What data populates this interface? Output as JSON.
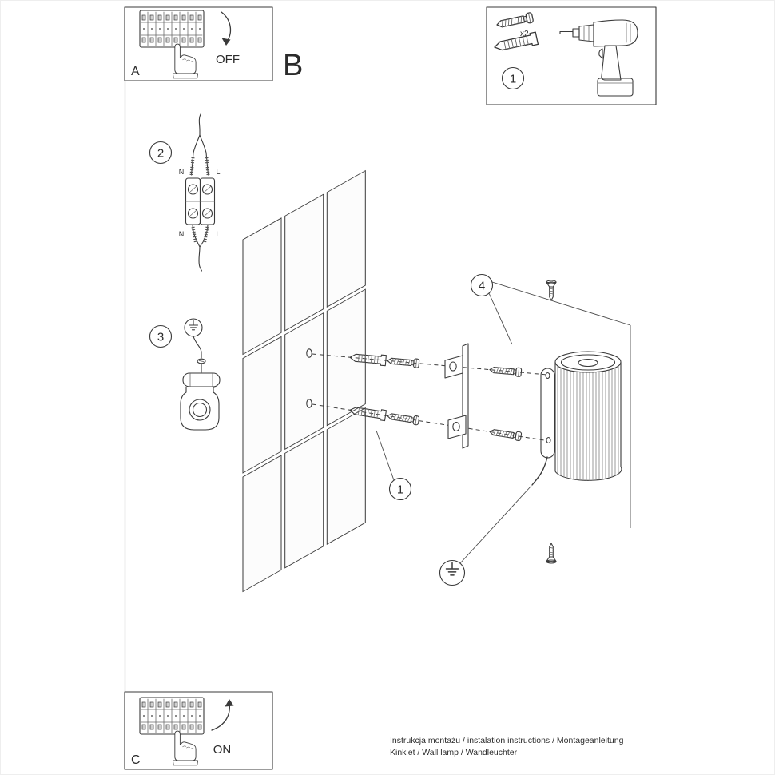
{
  "panels": {
    "a_label": "A",
    "b_label": "B",
    "c_label": "C",
    "off_label": "OFF",
    "on_label": "ON"
  },
  "tools": {
    "step_number": "1",
    "plug_quantity": "x2"
  },
  "steps": {
    "anchor_step": "1",
    "wiring_step": "2",
    "ground_step": "3",
    "mount_step": "4"
  },
  "wiring_labels": {
    "neutral_top": "N",
    "live_top": "L",
    "neutral_bottom": "N",
    "live_bottom": "L"
  },
  "footer": {
    "line1": "Instrukcja montażu / instalation instructions / Montageanleitung",
    "line2": "Kinkiet / Wall lamp / Wandleuchter"
  },
  "colors": {
    "line": "#3a3a3a",
    "background": "#ffffff"
  }
}
